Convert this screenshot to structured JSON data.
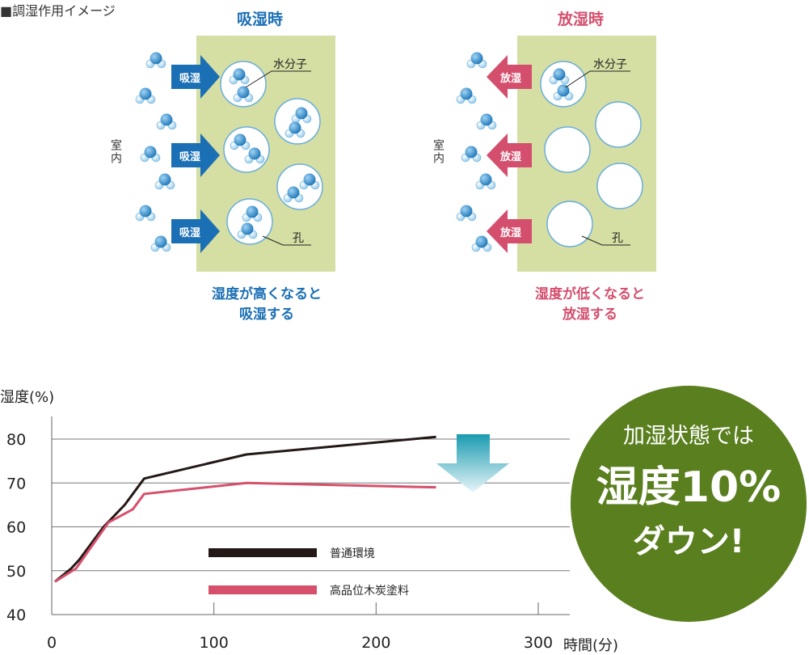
{
  "header_note": "■調湿作用イメージ",
  "absorb_panel": {
    "title": "吸湿時",
    "arrow_label": "吸湿",
    "room_label": "室内",
    "water_label": "水分子",
    "pore_label": "孔",
    "caption_line1": "湿度が高くなると",
    "caption_line2": "吸湿する",
    "color": "#1b6fb5"
  },
  "release_panel": {
    "title": "放湿時",
    "arrow_label": "放湿",
    "room_label": "室内",
    "water_label": "水分子",
    "pore_label": "孔",
    "caption_line1": "湿度が低くなると",
    "caption_line2": "放湿する",
    "color": "#d44f6e"
  },
  "badge": {
    "line1": "加湿状態では",
    "line2": "湿度10%",
    "line3": "ダウン!",
    "color": "#5a7f1f"
  },
  "chart_data": {
    "type": "line",
    "ylabel": "湿度(%)",
    "xlabel": "時間(分)",
    "xlim": [
      0,
      300
    ],
    "ylim": [
      40,
      85
    ],
    "x_ticks": [
      "0",
      "100",
      "200",
      "300"
    ],
    "y_ticks": [
      "40",
      "50",
      "60",
      "70",
      "80"
    ],
    "grid": "horizontal",
    "series": [
      {
        "name": "普通環境",
        "color": "#231815",
        "x": [
          2,
          12,
          17,
          32,
          45,
          57,
          120,
          237
        ],
        "y": [
          47.5,
          50.5,
          52.5,
          60,
          65,
          71,
          76.5,
          80.5
        ]
      },
      {
        "name": "高品位木炭塗料",
        "color": "#d6506c",
        "x": [
          2,
          15,
          35,
          50,
          57,
          120,
          237
        ],
        "y": [
          47.5,
          50.5,
          61,
          64,
          67.5,
          70,
          69
        ]
      }
    ]
  }
}
